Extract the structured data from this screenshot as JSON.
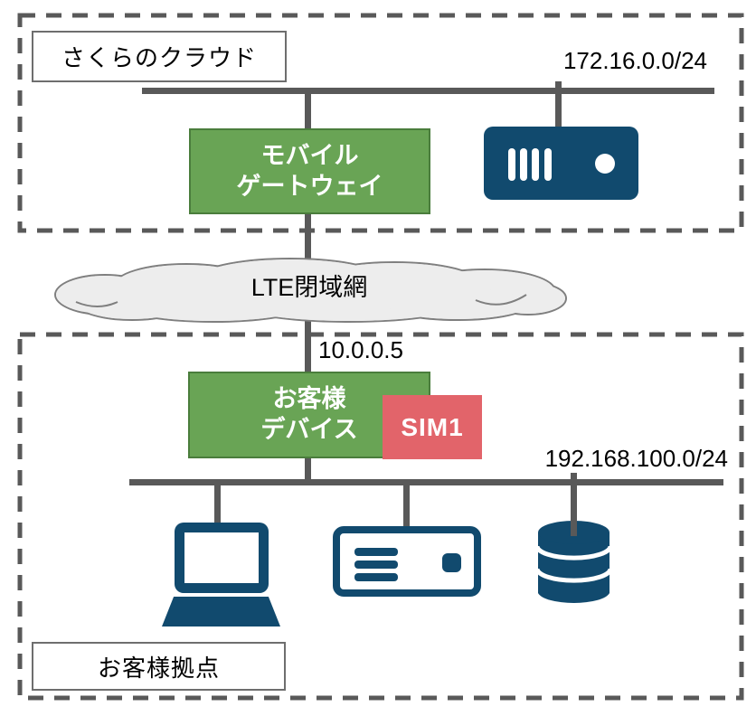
{
  "zones": {
    "sakura_cloud": {
      "label": "さくらのクラウド",
      "network_cidr": "172.16.0.0/24"
    },
    "customer_site": {
      "label": "お客様拠点",
      "network_cidr": "192.168.100.0/24"
    }
  },
  "wan_cloud": {
    "label": "LTE閉域網"
  },
  "nodes": {
    "mobile_gateway": {
      "label_line1": "モバイル",
      "label_line2": "ゲートウェイ"
    },
    "customer_device": {
      "label_line1": "お客様",
      "label_line2": "デバイス",
      "wan_ip": "10.0.0.5",
      "sim_badge": "SIM1"
    }
  },
  "icons": [
    "server-icon",
    "laptop-icon",
    "rack-appliance-icon",
    "database-icon",
    "cloud-shape-icon"
  ],
  "colors": {
    "navy": "#114A6E",
    "green": "#69A455",
    "green_border": "#4A7D3C",
    "red": "#E2646A",
    "line": "#595959",
    "cloud_fill": "#EDEDED",
    "cloud_stroke": "#7F7F7F"
  }
}
